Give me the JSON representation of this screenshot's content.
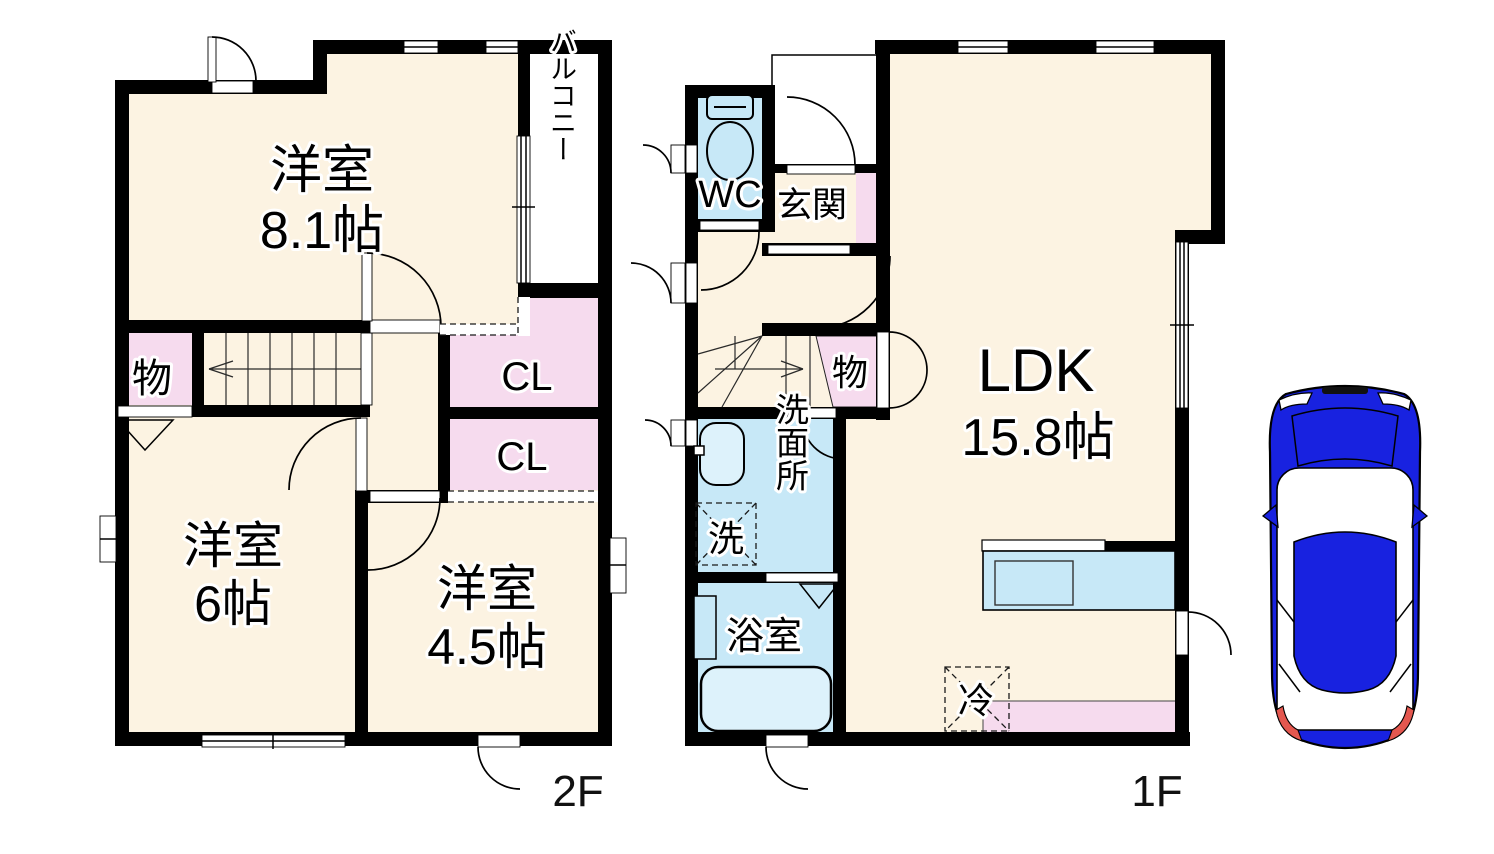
{
  "page_title": "住宅間取り図（1F・2F）",
  "colors": {
    "room_cream": "#FCF3E2",
    "closet_pink": "#F6DBEE",
    "wet_area_blue": "#C7E8F7",
    "fixture_blue": "#DDF2FB",
    "wall_black": "#000000",
    "car_blue": "#1822E0",
    "car_taillight_red": "#E4574F"
  },
  "floor2": {
    "label": "2F",
    "room_81": {
      "name": "洋室",
      "size": "8.1帖"
    },
    "room_6": {
      "name": "洋室",
      "size": "6帖"
    },
    "room_45": {
      "name": "洋室",
      "size": "4.5帖"
    },
    "balcony": "バルコニー",
    "storage": "物",
    "closet1": "CL",
    "closet2": "CL"
  },
  "floor1": {
    "label": "1F",
    "ldk": {
      "name": "LDK",
      "size": "15.8帖"
    },
    "toilet": "WC",
    "entrance": "玄関",
    "storage": "物",
    "washroom": "洗面所",
    "washer": "洗",
    "bathroom": "浴室",
    "fridge": "冷"
  },
  "icons": {
    "toilet": "toilet-icon",
    "washbasin": "washbasin-icon",
    "bathtub": "bathtub-icon",
    "kitchen_counter": "kitchen-counter-icon",
    "washer_box": "washing-machine-slot-icon",
    "fridge_box": "refrigerator-slot-icon",
    "stairs": "stairs-icon",
    "car": "car-top-view-icon"
  }
}
